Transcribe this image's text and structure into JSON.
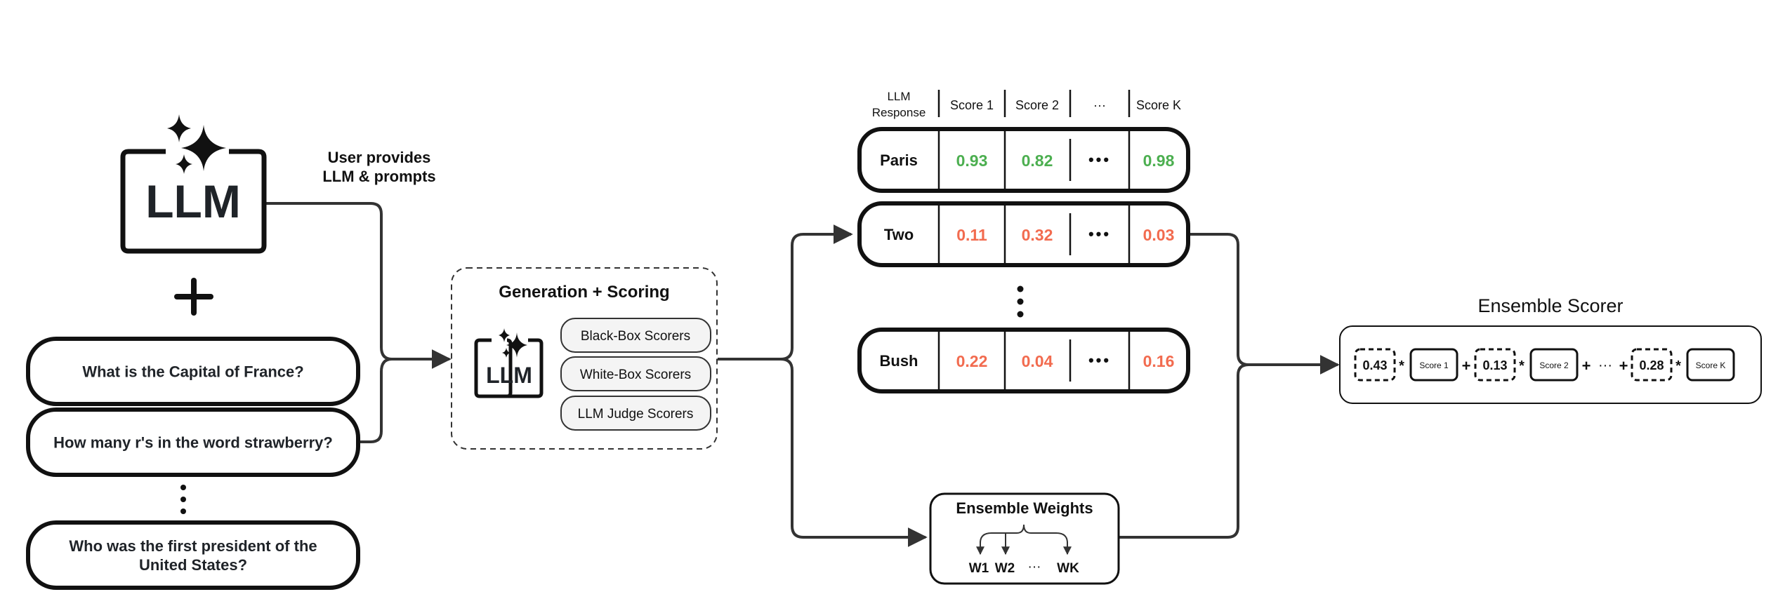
{
  "colors": {
    "stroke": "#111111",
    "line": "#333333",
    "good": "#4caf50",
    "bad": "#f26b4f",
    "pill_fill": "#f4f4f4"
  },
  "llm_box": {
    "label": "LLM",
    "icon": "sparkles-icon"
  },
  "user_provides": [
    "User provides",
    "LLM & prompts"
  ],
  "plus": "+",
  "prompts": [
    {
      "lines": [
        "What is the Capital of France?"
      ]
    },
    {
      "lines": [
        "How many r's in the word strawberry?"
      ]
    },
    {
      "lines": [
        "Who was the first president of the",
        "United States?"
      ]
    }
  ],
  "vertical_ellipsis": "⋮",
  "generation": {
    "title": "Generation + Scoring",
    "llm_label": "LLM",
    "scorers": [
      "Black-Box Scorers",
      "White-Box Scorers",
      "LLM Judge Scorers"
    ]
  },
  "table": {
    "headers": [
      "LLM\nResponse",
      "Score 1",
      "Score 2",
      "···",
      "Score K"
    ],
    "rows": [
      {
        "response": "Paris",
        "scores": [
          "0.93",
          "0.82",
          "•••",
          "0.98"
        ],
        "status": "good"
      },
      {
        "response": "Two",
        "scores": [
          "0.11",
          "0.32",
          "•••",
          "0.03"
        ],
        "status": "bad"
      },
      {
        "response": "Bush",
        "scores": [
          "0.22",
          "0.04",
          "•••",
          "0.16"
        ],
        "status": "bad"
      }
    ]
  },
  "weights": {
    "title": "Ensemble Weights",
    "labels": [
      "W1",
      "W2",
      "···",
      "WK"
    ]
  },
  "ensemble": {
    "title": "Ensemble Scorer",
    "terms": [
      {
        "weight": "0.43",
        "score": "Score 1"
      },
      {
        "weight": "0.13",
        "score": "Score 2"
      },
      {
        "weight": "0.28",
        "score": "Score K"
      }
    ],
    "times": "*",
    "plus": "+",
    "ellipsis": "···"
  }
}
